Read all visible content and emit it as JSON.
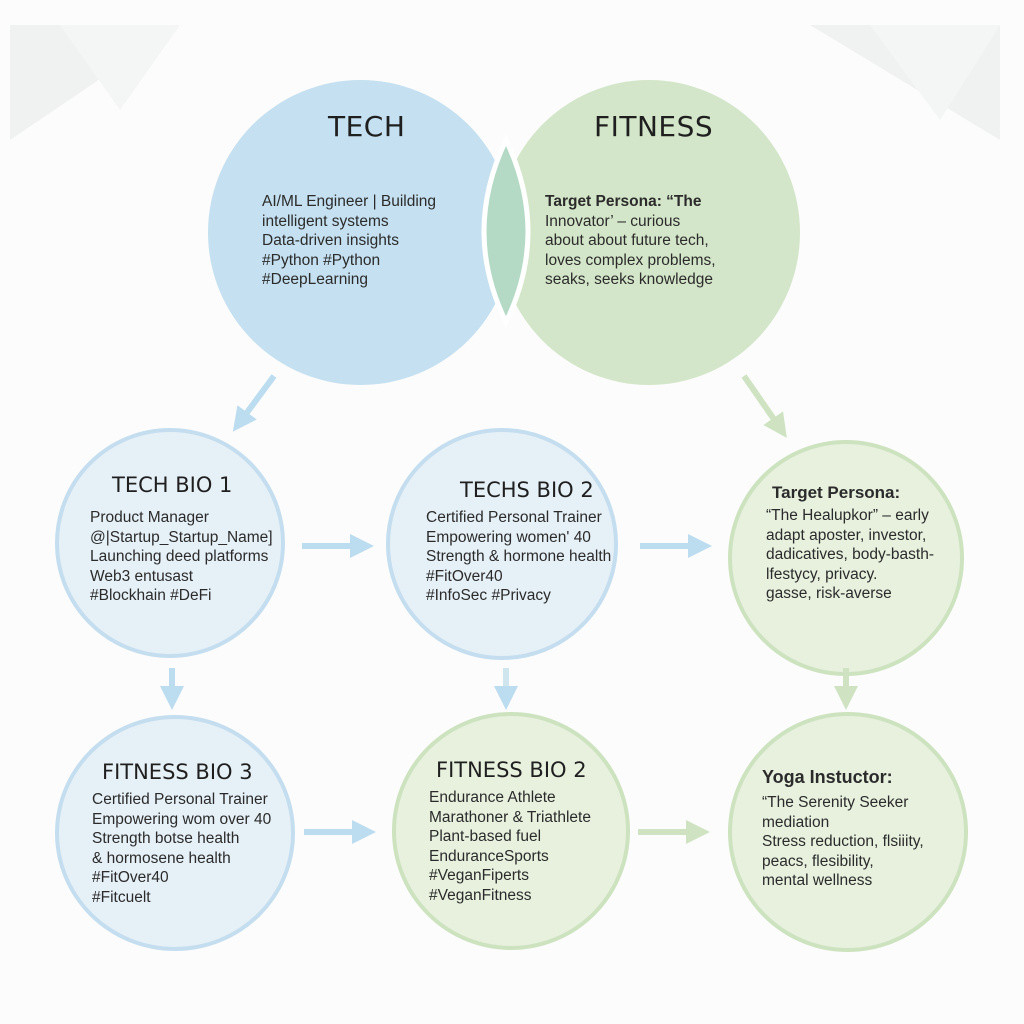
{
  "top": {
    "tech": {
      "title": "TECH",
      "lines": [
        "AI/ML Engineer | Building",
        "intelligent systems",
        "Data-driven insights",
        "#Python #Python",
        "#DeepLearning"
      ]
    },
    "fitness": {
      "title": "FITNESS",
      "lines": [
        "Target Persona: “The",
        "Innovator’ – curious",
        "about about future tech,",
        "loves complex problems,",
        "seaks, seeks knowledge"
      ]
    }
  },
  "middle": {
    "tech_bio_1": {
      "title": "TECH BIO 1",
      "lines": [
        "Product Manager",
        "@|Startup_Startup_Name]",
        "Launching deed platforms",
        "Web3 entusast",
        "#Blockhain #DeFi"
      ]
    },
    "techs_bio_2": {
      "title": "TECHS BIO 2",
      "lines": [
        "Certified Personal Trainer",
        "Empowering women' 40",
        "Strength & hormone health",
        "#FitOver40",
        "#InfoSec #Privacy"
      ]
    },
    "persona": {
      "title": "Target Persona:",
      "lines": [
        "“The Healupkor” – early",
        "adapt aposter, investor,",
        "dadicatives, body-basth-",
        "lfestycy, privacy.",
        "gasse, risk-averse"
      ]
    }
  },
  "bottom": {
    "fitness_bio_3": {
      "title": "FITNESS BIO 3",
      "lines": [
        "Certified Personal Trainer",
        "Empowering wom  over 40",
        "Strength botse health",
        "& hormosene health",
        "#FitOver40",
        "#Fitcuelt"
      ]
    },
    "fitness_bio_2": {
      "title": "FITNESS BIO 2",
      "lines": [
        "Endurance Athlete",
        "Marathoner & Triathlete",
        "Plant-based fuel",
        "EnduranceSports",
        "#VeganFiperts",
        "#VeganFitness"
      ]
    },
    "yoga": {
      "title": "Yoga Instuctor:",
      "lines": [
        "“The Serenity Seeker",
        "mediation",
        "Stress reduction, flsiiity,",
        "peacs, flesibility,",
        "mental wellness"
      ]
    }
  },
  "colors": {
    "blue_fill": "#c5e0f0",
    "green_fill": "#d4e6c9",
    "overlap_fill": "#b4dac6",
    "arrow_blue": "#bcdcef",
    "arrow_green": "#cfe3c2"
  }
}
